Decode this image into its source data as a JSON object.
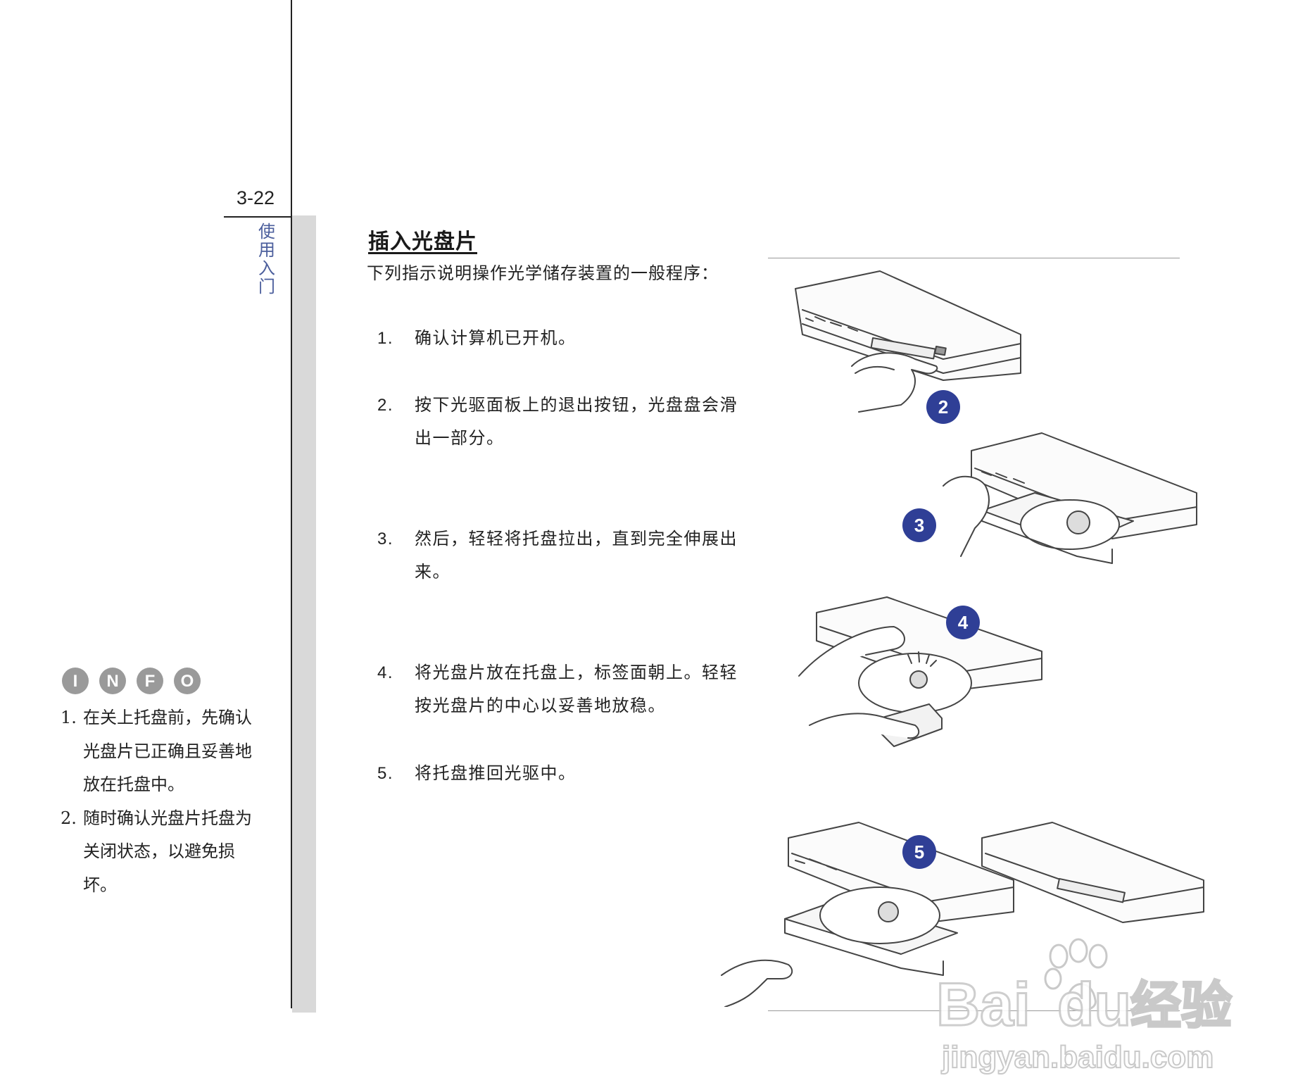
{
  "page": {
    "number": "3-22",
    "chapter_tab": [
      "使",
      "用",
      "入",
      "门"
    ]
  },
  "section": {
    "title": "插入光盘片",
    "intro": "下列指示说明操作光学储存装置的一般程序："
  },
  "steps": [
    {
      "number": "1.",
      "text": "确认计算机已开机。"
    },
    {
      "number": "2.",
      "text": "按下光驱面板上的退出按钮，光盘盘会滑出一部分。"
    },
    {
      "number": "3.",
      "text": "然后，轻轻将托盘拉出，直到完全伸展出来。"
    },
    {
      "number": "4.",
      "text": "将光盘片放在托盘上，标签面朝上。轻轻按光盘片的中心以妥善地放稳。"
    },
    {
      "number": "5.",
      "text": "将托盘推回光驱中。"
    }
  ],
  "info": {
    "logo_letters": [
      "I",
      "N",
      "F",
      "O"
    ],
    "notes": [
      {
        "number": "1.",
        "text": "在关上托盘前，先确认光盘片已正确且妥善地放在托盘中。"
      },
      {
        "number": "2.",
        "text": "随时确认光盘片托盘为关闭状态，以避免损坏。"
      }
    ]
  },
  "figures": {
    "badges": [
      "2",
      "3",
      "4",
      "5"
    ]
  },
  "watermark": {
    "brand": "Bai",
    "brand_suffix": "du",
    "cn": "经验",
    "url": "jingyan.baidu.com"
  },
  "colors": {
    "badge": "#2f3f96",
    "chapter_tab": "#4b5e9c",
    "margin_band": "#d9d9d9"
  }
}
